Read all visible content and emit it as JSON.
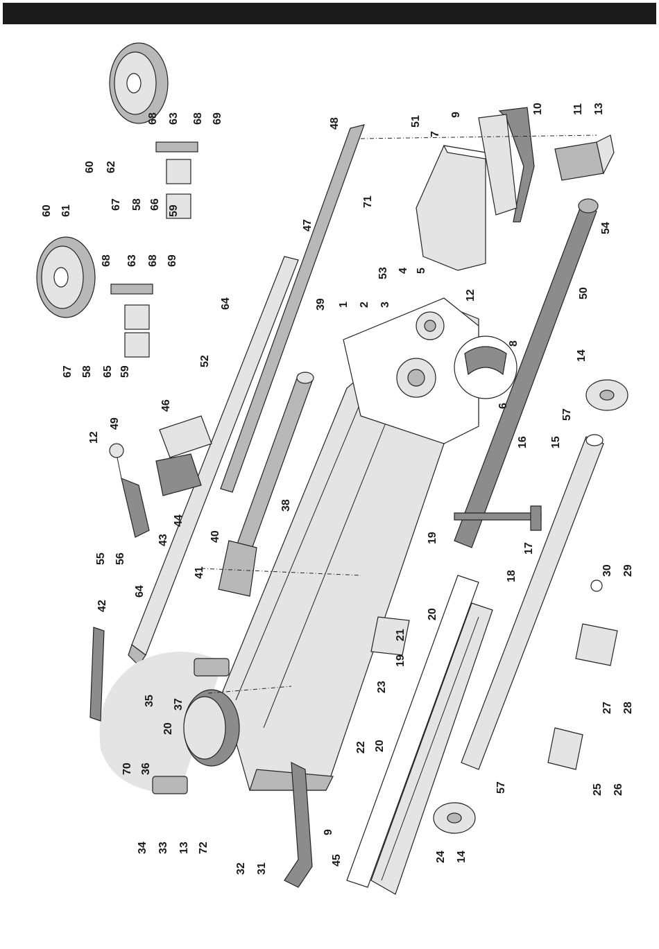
{
  "diagram": {
    "labels": [
      "1",
      "2",
      "3",
      "4",
      "5",
      "6",
      "7",
      "8",
      "9",
      "9",
      "10",
      "11",
      "12",
      "12",
      "13",
      "13",
      "14",
      "14",
      "15",
      "16",
      "17",
      "18",
      "19",
      "19",
      "20",
      "20",
      "20",
      "21",
      "22",
      "23",
      "24",
      "25",
      "26",
      "27",
      "28",
      "29",
      "30",
      "31",
      "32",
      "33",
      "34",
      "35",
      "36",
      "37",
      "38",
      "39",
      "40",
      "41",
      "42",
      "43",
      "44",
      "45",
      "46",
      "47",
      "48",
      "49",
      "50",
      "51",
      "52",
      "53",
      "54",
      "55",
      "56",
      "57",
      "57",
      "58",
      "58",
      "59",
      "59",
      "60",
      "60",
      "61",
      "62",
      "63",
      "63",
      "64",
      "64",
      "65",
      "66",
      "67",
      "67",
      "68",
      "68",
      "68",
      "68",
      "69",
      "69",
      "70",
      "71",
      "72"
    ]
  }
}
